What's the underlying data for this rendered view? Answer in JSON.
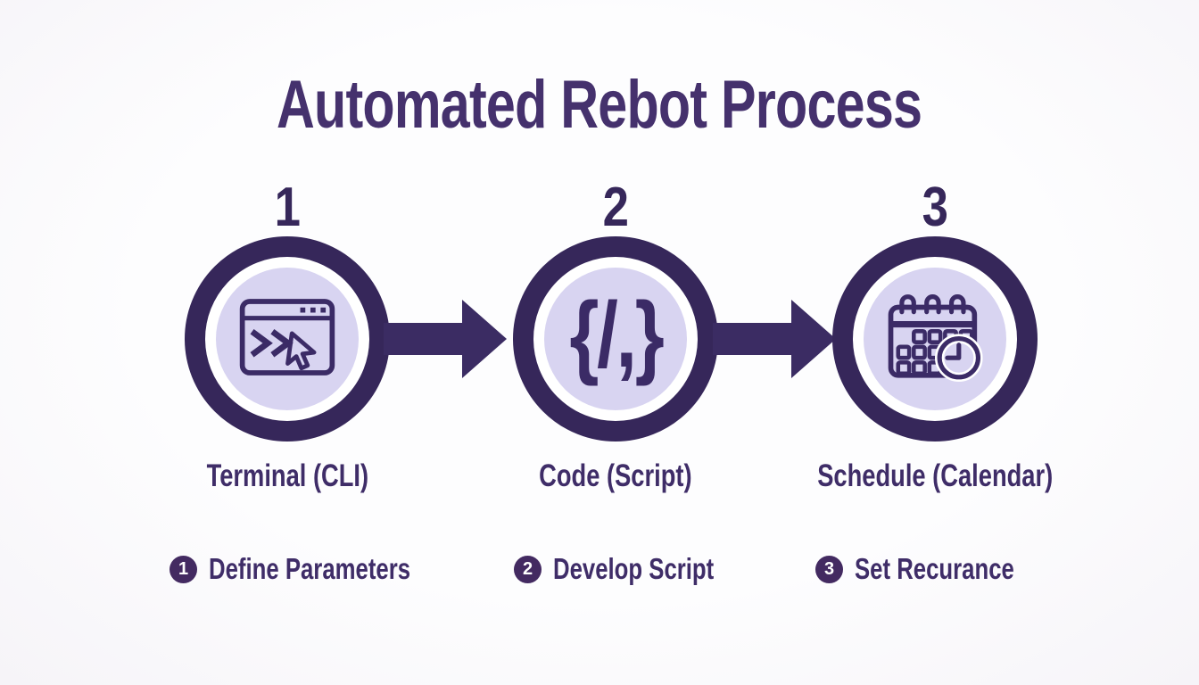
{
  "title": "Automated Rebot Process",
  "colors": {
    "background": "#fbfafc",
    "ring": "#36275a",
    "arrow": "#3b2c63",
    "title_text": "#45316d",
    "label_text": "#3f2d68",
    "inner_circle_fill": "#d8d4f1",
    "icon_stroke": "#3b2b66",
    "badge_fill": "#432a61",
    "badge_text": "#ffffff"
  },
  "steps": [
    {
      "number": "1",
      "label": "Terminal (CLI)",
      "icon": "terminal-window-icon"
    },
    {
      "number": "2",
      "label": "Code (Script)",
      "icon": "code-script-icon",
      "glyph": "{/,}"
    },
    {
      "number": "3",
      "label": "Schedule (Calendar)",
      "icon": "calendar-clock-icon"
    }
  ],
  "legend": [
    {
      "number": "1",
      "label": "Define Parameters"
    },
    {
      "number": "2",
      "label": "Develop Script"
    },
    {
      "number": "3",
      "label": "Set Recurance"
    }
  ]
}
